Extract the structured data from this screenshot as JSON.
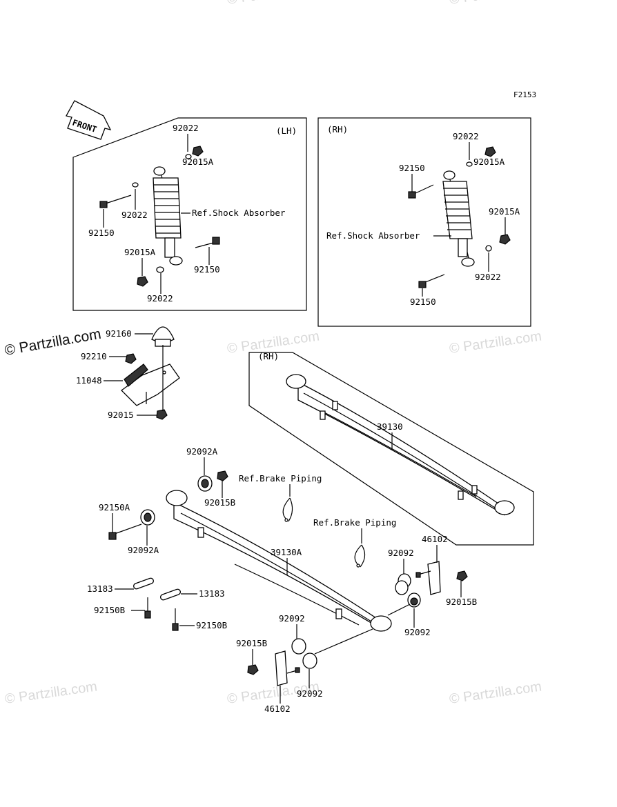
{
  "figure_code": "F2153",
  "front_label": "FRONT",
  "watermark": "© Partzilla.com",
  "panels": {
    "lh": "(LH)",
    "rh_top": "(RH)",
    "rh_leaf": "(RH)"
  },
  "refs": {
    "shock_lh": "Ref.Shock Absorber",
    "shock_rh": "Ref.Shock Absorber",
    "brake1": "Ref.Brake Piping",
    "brake2": "Ref.Brake Piping"
  },
  "parts": {
    "lh_92022_top": "92022",
    "lh_92015A_top": "92015A",
    "lh_92022_mid": "92022",
    "lh_92150_left": "92150",
    "lh_92015A_bot": "92015A",
    "lh_92150_right": "92150",
    "lh_92022_bot": "92022",
    "rh_92022_top": "92022",
    "rh_92150_top": "92150",
    "rh_92015A_top": "92015A",
    "rh_92015A_mid": "92015A",
    "rh_92022_bot": "92022",
    "rh_92150_bot": "92150",
    "p92160": "92160",
    "p92210": "92210",
    "p11048": "11048",
    "p92015": "92015",
    "p39130": "39130",
    "p92092A_top": "92092A",
    "p92015B_top": "92015B",
    "p92150A": "92150A",
    "p92092A_left": "92092A",
    "p39130A": "39130A",
    "p46102_right": "46102",
    "p92092_r1": "92092",
    "p92015B_right": "92015B",
    "p92092_r2": "92092",
    "p13183_left": "13183",
    "p13183_right": "13183",
    "p92150B_left": "92150B",
    "p92150B_right": "92150B",
    "p92092_mid": "92092",
    "p92015B_bot": "92015B",
    "p92092_bot": "92092",
    "p46102_bot": "46102"
  }
}
